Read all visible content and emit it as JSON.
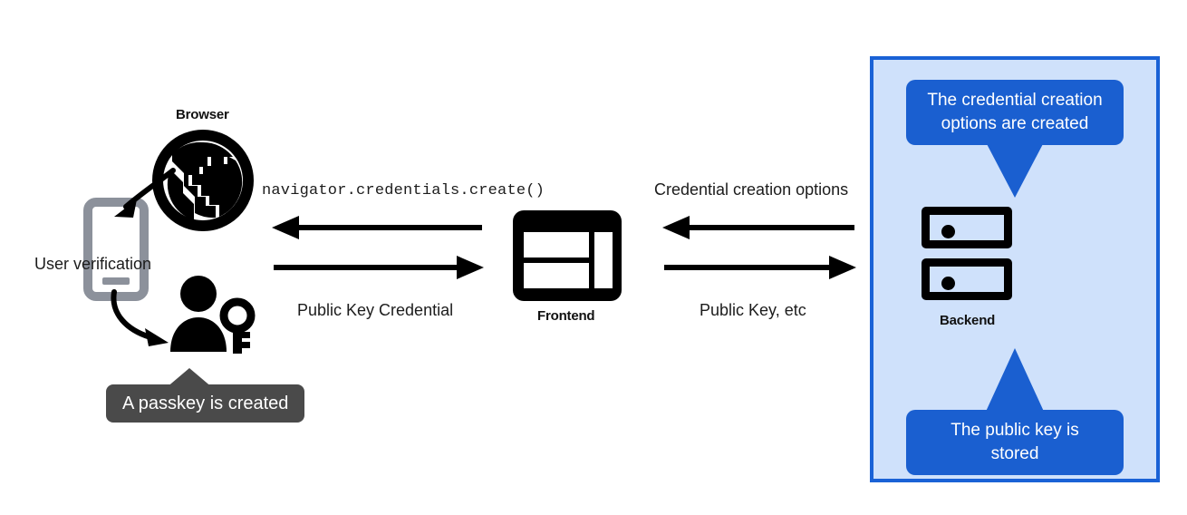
{
  "diagram": {
    "title": "WebAuthn passkey registration flow",
    "background_color": "#ffffff"
  },
  "colors": {
    "panel_fill": "#cfe1fb",
    "panel_border": "#1a62d6",
    "callout_blue": "#1a5fd0",
    "tooltip_gray": "#4a4a4a",
    "icon_black": "#000000",
    "phone_gray": "#8c919b",
    "text_dark": "#1c1c1c"
  },
  "client": {
    "browser_label": "Browser",
    "browser_icon": "globe-icon",
    "phone_icon": "smartphone-icon",
    "user_verification_label": "User verification",
    "user_key_icon": "user-with-key-icon",
    "passkey_tooltip": "A passkey is created"
  },
  "frontend": {
    "label": "Frontend",
    "icon": "browser-window-layout-icon"
  },
  "backend": {
    "label": "Backend",
    "icon": "server-rack-icon",
    "callout_top": "The credential creation options are created",
    "callout_top_line1": "The credential creation",
    "callout_top_line2": "options are created",
    "callout_bottom": "The public key is stored",
    "callout_bottom_line1": "The public key is",
    "callout_bottom_line2": "stored"
  },
  "flows": {
    "browser_frontend": {
      "inbound_label": "navigator.credentials.create()",
      "inbound_label_style": "monospace",
      "inbound_direction": "left",
      "outbound_label": "Public Key Credential",
      "outbound_direction": "right"
    },
    "frontend_backend": {
      "inbound_label": "Credential creation options",
      "inbound_direction": "left",
      "outbound_label": "Public Key, etc",
      "outbound_direction": "right"
    }
  }
}
